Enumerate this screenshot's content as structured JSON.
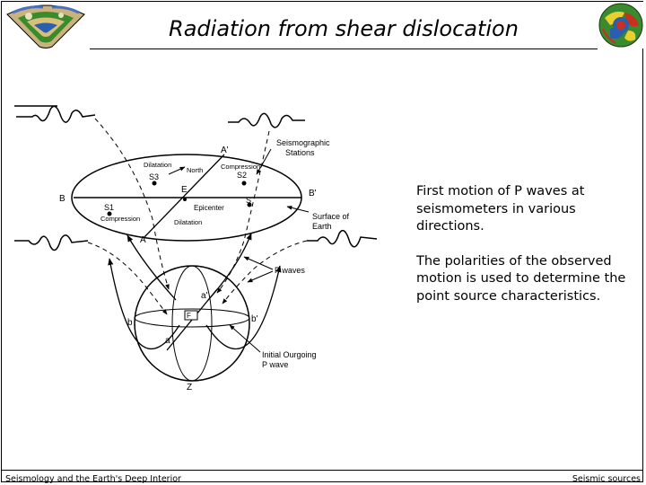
{
  "title": "Radiation from shear dislocation",
  "caption": {
    "paragraph1": "First motion of P waves at seismometers in various directions.",
    "paragraph2": "The polarities of the observed motion is used to determine the point source characteristics."
  },
  "footer": {
    "left": "Seismology and the Earth's Deep Interior",
    "right": "Seismic sources"
  },
  "diagram_labels": {
    "a_prime": "A'",
    "seismographic_stations": [
      "Seismographic",
      "Stations"
    ],
    "dilatation": "Dilatation",
    "north": "North",
    "compression": "Compression",
    "s3": "S3",
    "s2": "S2",
    "b": "B",
    "e": "E",
    "b_prime": "B'",
    "s1": "S1",
    "s": "S",
    "epicenter": "Epicenter",
    "surface_of_earth": [
      "Surface of",
      "Earth"
    ],
    "a": "A",
    "p_waves": "P waves",
    "a_lower_prime": "a'",
    "f": "F",
    "b_lower": "b",
    "b_lower_prime": "b'",
    "a_lower": "a",
    "initial_outgoing": [
      "Initial Ourgoing",
      "P wave"
    ],
    "z": "Z"
  },
  "colors": {
    "text": "#000000",
    "background": "#ffffff",
    "globe_green": "#3a8a2e",
    "globe_blue": "#2a5fb0",
    "globe_red": "#c83020",
    "globe_yellow": "#e8d030"
  }
}
